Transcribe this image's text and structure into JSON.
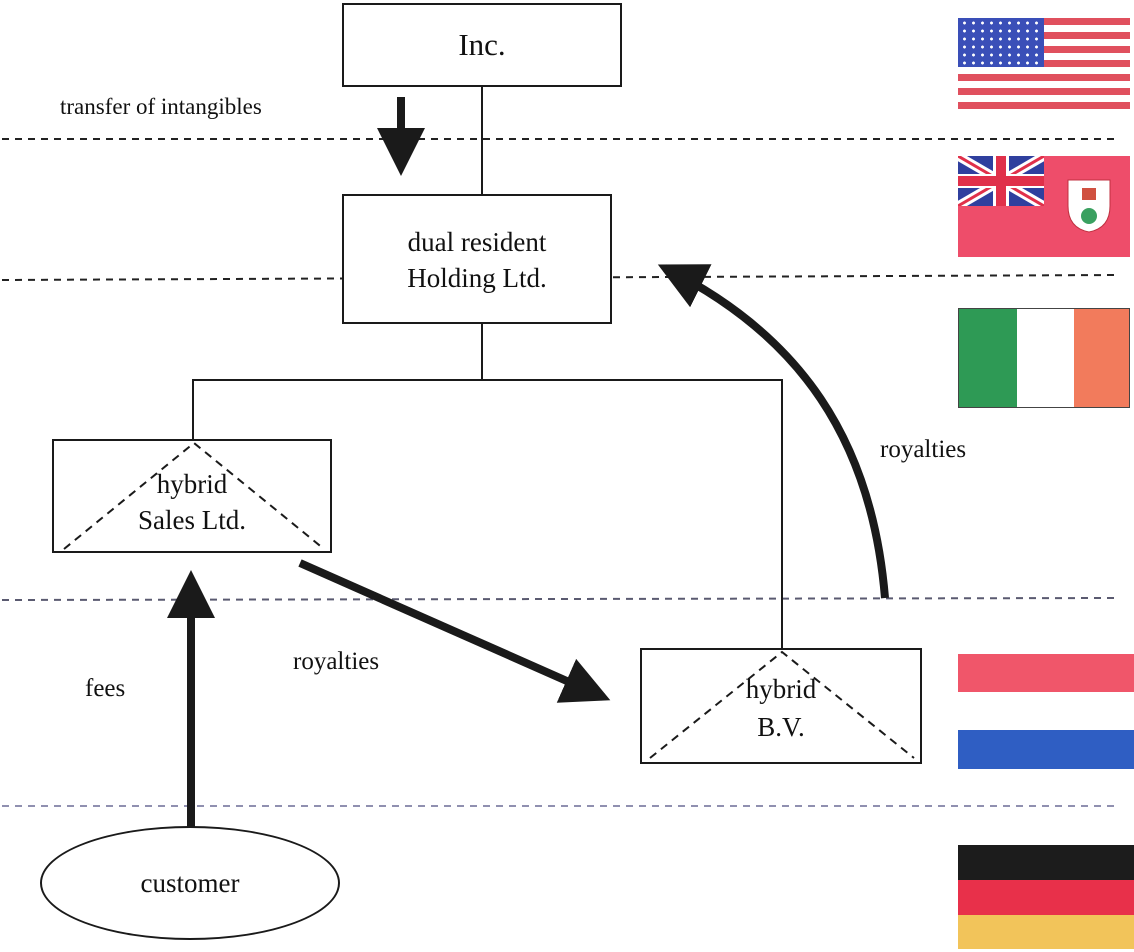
{
  "entities": {
    "inc": "Inc.",
    "holding_line1": "dual resident",
    "holding_line2": "Holding Ltd.",
    "sales_line1": "hybrid",
    "sales_line2": "Sales Ltd.",
    "bv_line1": "hybrid",
    "bv_line2": "B.V.",
    "customer": "customer"
  },
  "flows": {
    "transfer": "transfer of intangibles",
    "royalties_to_holding": "royalties",
    "royalties_to_bv": "royalties",
    "fees": "fees"
  },
  "flags": [
    "us-flag",
    "bermuda-flag",
    "ireland-flag",
    "netherlands-flag",
    "germany-flag"
  ],
  "colors": {
    "line": "#1a1a1a",
    "us_red": "#e0505e",
    "us_blue": "#3a4fb8",
    "bermuda_red": "#ee4d6a",
    "ireland_green": "#2e9a55",
    "ireland_orange": "#f27b5c",
    "nl_red": "#f0566a",
    "nl_blue": "#2f5ec3",
    "de_black": "#1c1c1c",
    "de_red": "#e8304a",
    "de_gold": "#f2c45a"
  }
}
